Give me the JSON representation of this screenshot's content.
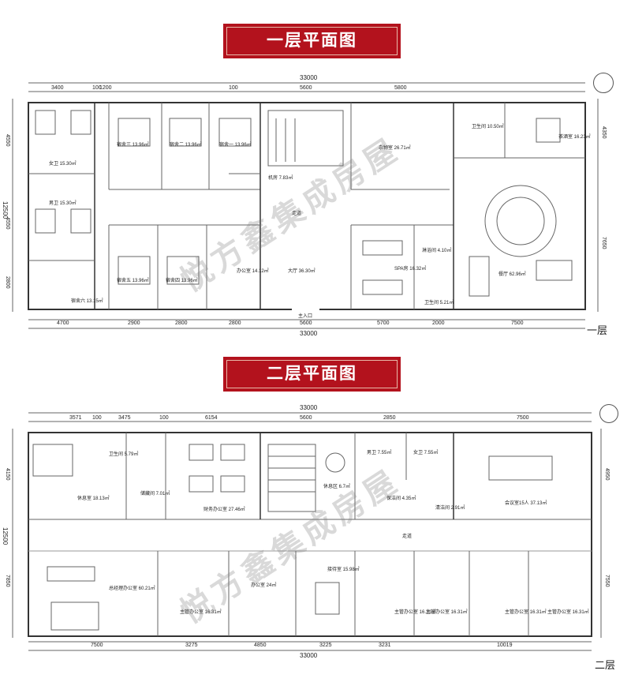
{
  "floor1": {
    "title": "一层平面图",
    "label": "一层",
    "total_width": "33000",
    "total_depth": "12500",
    "top_dims": [
      "3400",
      "100",
      "1200",
      "100",
      "5600",
      "5800"
    ],
    "bottom_dims": [
      "4700",
      "2900",
      "2800",
      "2800",
      "5600",
      "5700",
      "2000",
      "7500"
    ],
    "left_dims": [
      "4550",
      "4550",
      "2800"
    ],
    "right_dims": [
      "4350",
      "7650"
    ],
    "rooms": {
      "female_wc": "女卫 15.30㎡",
      "male_wc": "男卫 15.30㎡",
      "dorm3": "宿舍三 13.96㎡",
      "dorm2": "宿舍二 13.96㎡",
      "dorm1": "宿舍一 13.96㎡",
      "machine": "机房 7.83㎡",
      "storage": "杂物室 26.71㎡",
      "wc": "卫生间 10.50㎡",
      "tea": "茶酒室 16.23㎡",
      "corridor": "走道",
      "dorm5": "宿舍五 13.96㎡",
      "dorm4": "宿舍四 13.96㎡",
      "office": "办公室 14.12㎡",
      "hall": "大厅 36.30㎡",
      "spa": "SPA房 16.32㎡",
      "shower": "淋浴间 4.10㎡",
      "wc2": "卫生间 5.21㎡",
      "dining": "餐厅 62.96㎡",
      "dorm6": "宿舍六 13.15㎡",
      "entrance": "主入口"
    }
  },
  "floor2": {
    "title": "二层平面图",
    "label": "二层",
    "total_width": "33000",
    "total_depth": "12500",
    "top_dims": [
      "3571",
      "100",
      "3475",
      "100",
      "6154",
      "5600",
      "2850",
      "7500"
    ],
    "bottom_dims": [
      "7500",
      "3275",
      "4850",
      "3225",
      "3231",
      "10019"
    ],
    "left_dims": [
      "4150",
      "7850"
    ],
    "right_dims": [
      "4950",
      "7550"
    ],
    "rooms": {
      "lounge": "休息室 18.13㎡",
      "wc": "卫生间 5.79㎡",
      "storage": "储藏间 7.01㎡",
      "finance": "财务办公室 27.46㎡",
      "tea": "休息区 6.7㎡",
      "male_wc": "男卫 7.55㎡",
      "female_wc": "女卫 7.55㎡",
      "cleaning": "保洁间 4.35㎡",
      "janitor": "清洁间 2.91㎡",
      "meeting": "会议室15人 37.13㎡",
      "corridor": "走道",
      "gm_office": "总经理办公室 60.21㎡",
      "office_a": "主管办公室 16.31㎡",
      "office_b": "办公室 24㎡",
      "reception": "接待室 15.98㎡",
      "office_c": "主管办公室 16.31㎡",
      "office_d": "主管办公室 16.31㎡",
      "office_e": "主管办公室 16.31㎡",
      "office_f": "主管办公室 16.31㎡"
    }
  },
  "watermark": "悦方鑫集成房屋",
  "colors": {
    "banner": "#b3121d",
    "line": "#555555",
    "bg": "#ffffff"
  }
}
